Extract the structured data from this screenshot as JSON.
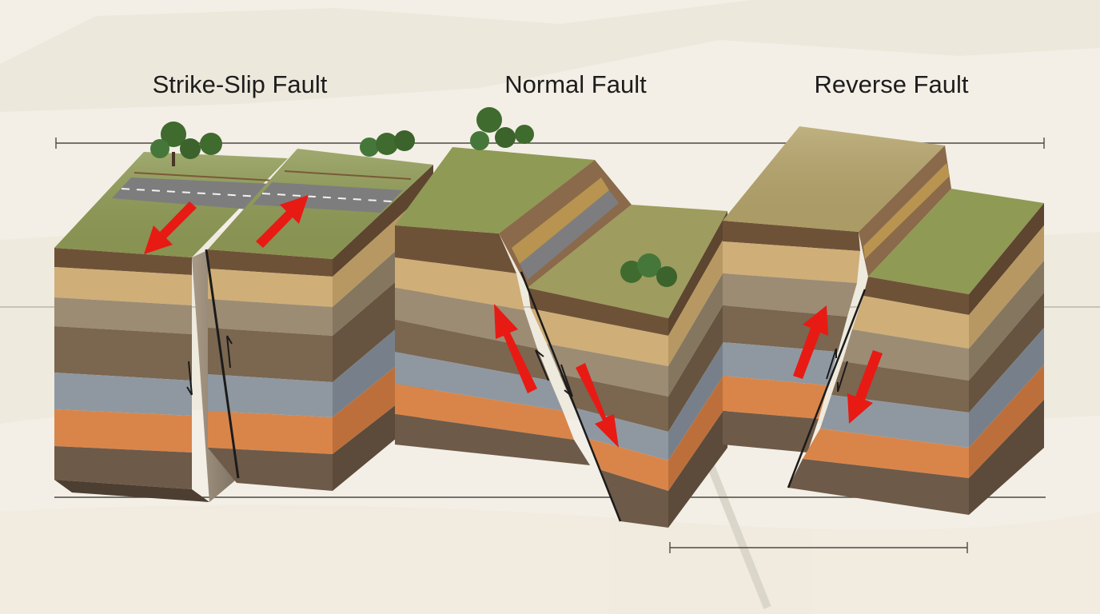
{
  "titles": {
    "strike_slip": "Strike-Slip Fault",
    "normal": "Normal Fault",
    "reverse": "Reverse Fault"
  },
  "colors": {
    "background": "#f3efe6",
    "arrow": "#e81a14",
    "grass": "#8f9a55",
    "road": "#7d7d7d",
    "tree": "#3f6b2e",
    "strata": [
      "#6e5238",
      "#cfae78",
      "#9c8c74",
      "#7b6650",
      "#8f98a0",
      "#d9854a",
      "#6e5a48"
    ]
  }
}
